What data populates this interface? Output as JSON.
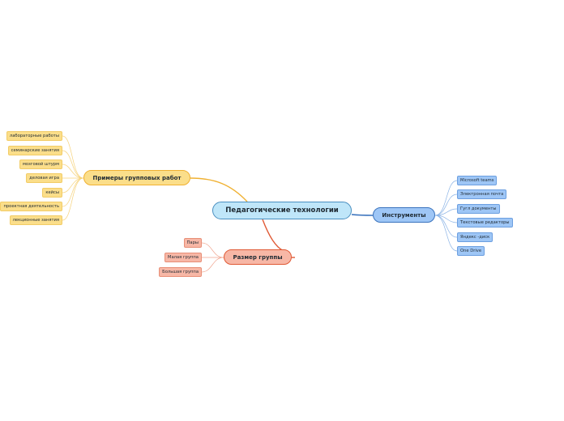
{
  "root": {
    "label": "Педагогические технологии"
  },
  "branches": {
    "examples": {
      "label": "Примеры групповых работ",
      "color": "#f0b132",
      "items": [
        "лабораторные работы",
        "семинарские занятия",
        "мозговой штурм",
        "деловая игра",
        "кейсы",
        "проектная деятельность",
        "лекционные занятия"
      ]
    },
    "tools": {
      "label": "Инструменты",
      "color": "#3a73bd",
      "items": [
        "Microsoft teams",
        "Электронная почта",
        "Гугл документы",
        "Текстовые редакторы",
        "Яндекс -диск",
        "One Drive"
      ]
    },
    "size": {
      "label": "Размер группы",
      "color": "#e05a36",
      "items": [
        "Пары",
        "Малая группа",
        "Большая группа"
      ]
    }
  }
}
